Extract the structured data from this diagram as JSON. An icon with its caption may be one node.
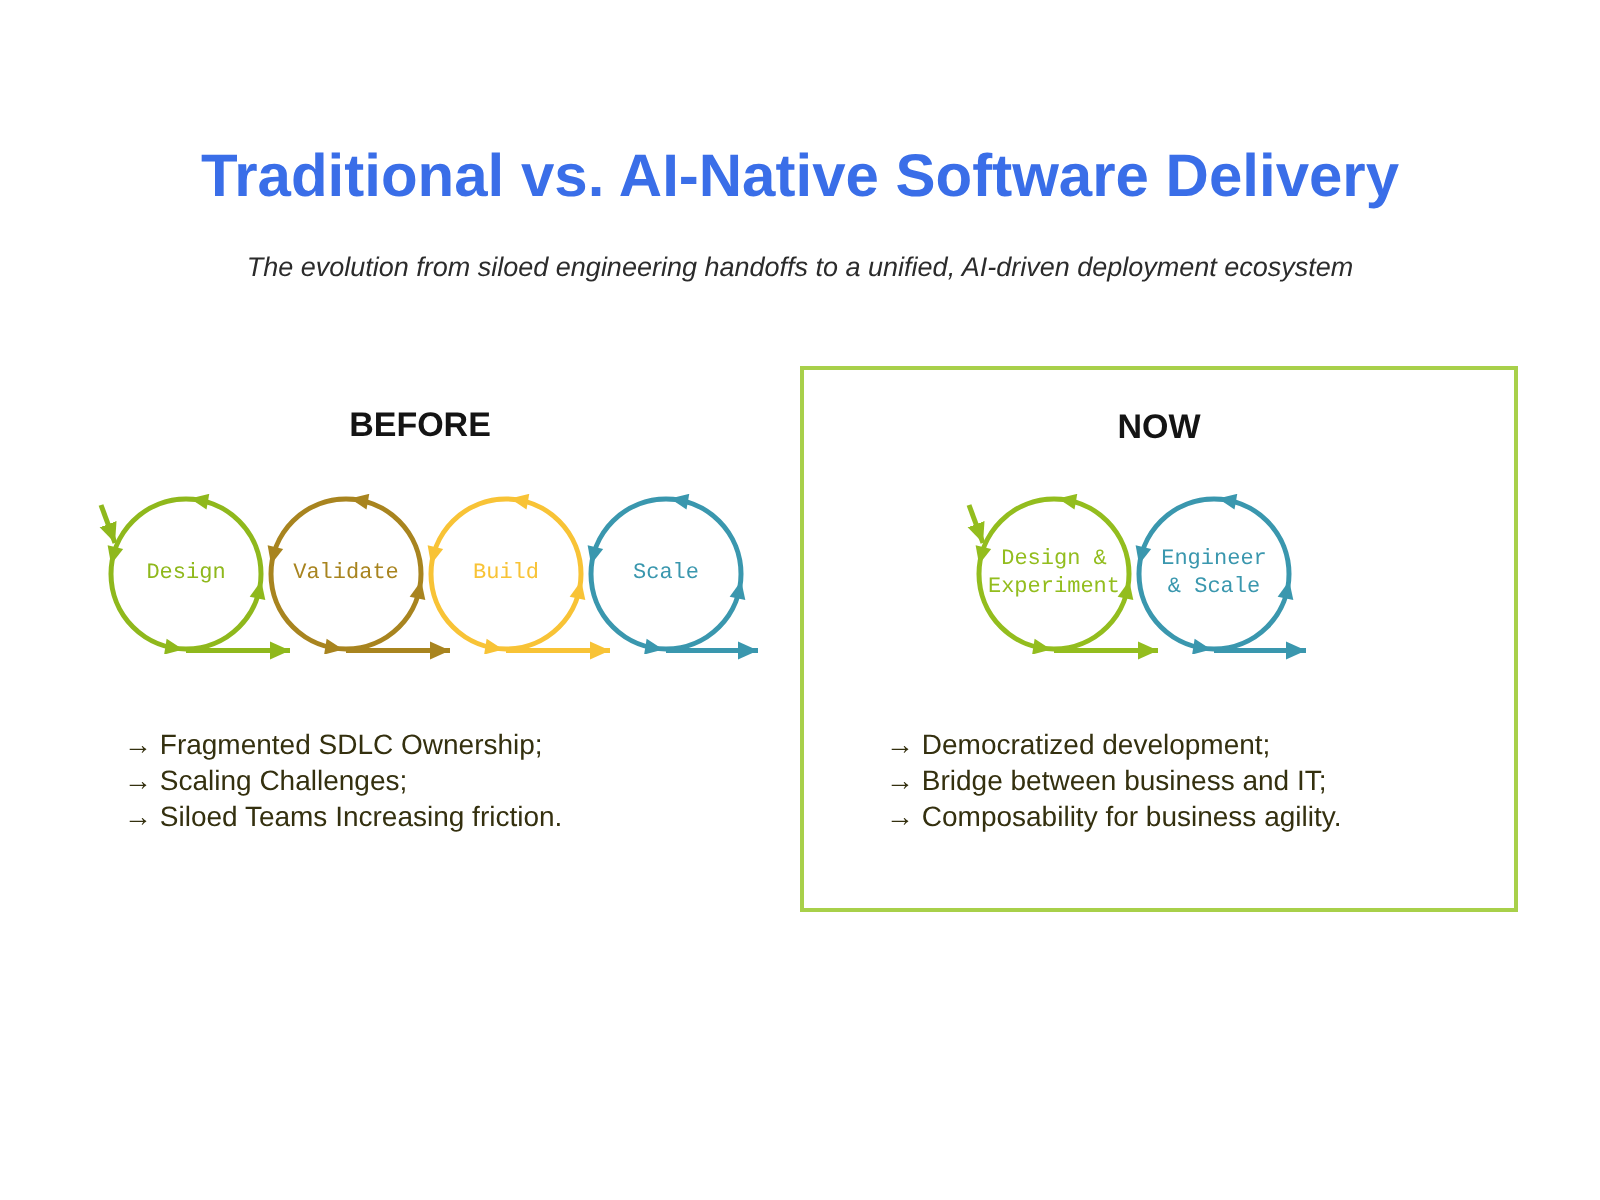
{
  "diagram": {
    "title": "Traditional vs. AI-Native Software Delivery",
    "nodes": [
      {
        "text": [
          "Design"
        ]
      },
      {
        "text": [
          "Validate"
        ]
      },
      {
        "text": [
          "Build"
        ]
      },
      {
        "text": [
          "Scale"
        ]
      },
      {
        "text": [
          "NOW",
          "→ Democratized development;",
          "→ Bridge between business and IT;",
          "→ Composability for business agility."
        ]
      },
      {
        "text": [
          "Design & Experiment"
        ],
        "in": 4
      },
      {
        "text": [
          "Engineer & Scale"
        ],
        "in": 4
      }
    ],
    "edges": [
      {
        "from": null,
        "to": 0,
        "arrow": "to",
        "color": "#8fb81c"
      },
      {
        "from": 0,
        "to": 1,
        "arrow": "to",
        "color": "#8fb81c"
      },
      {
        "from": 1,
        "to": 2,
        "arrow": "to",
        "color": "#a8841f"
      },
      {
        "from": 2,
        "to": 3,
        "arrow": "to",
        "color": "#f8c336"
      },
      {
        "from": 3,
        "to": null,
        "arrow": "to",
        "color": "#3a97ae"
      },
      {
        "from": null,
        "to": 5,
        "arrow": "to",
        "color": "#93bd1e"
      },
      {
        "from": 5,
        "to": 6,
        "arrow": "to",
        "color": "#93bd1e"
      },
      {
        "from": 6,
        "to": null,
        "arrow": "to",
        "color": "#3a97ae"
      }
    ],
    "labels": [
      "The evolution from siloed engineering handoffs to a unified, AI-driven deployment ecosystem",
      "BEFORE",
      "→ Fragmented SDLC Ownership;",
      "→ Scaling Challenges;",
      "→ Siloed Teams Increasing friction."
    ]
  }
}
